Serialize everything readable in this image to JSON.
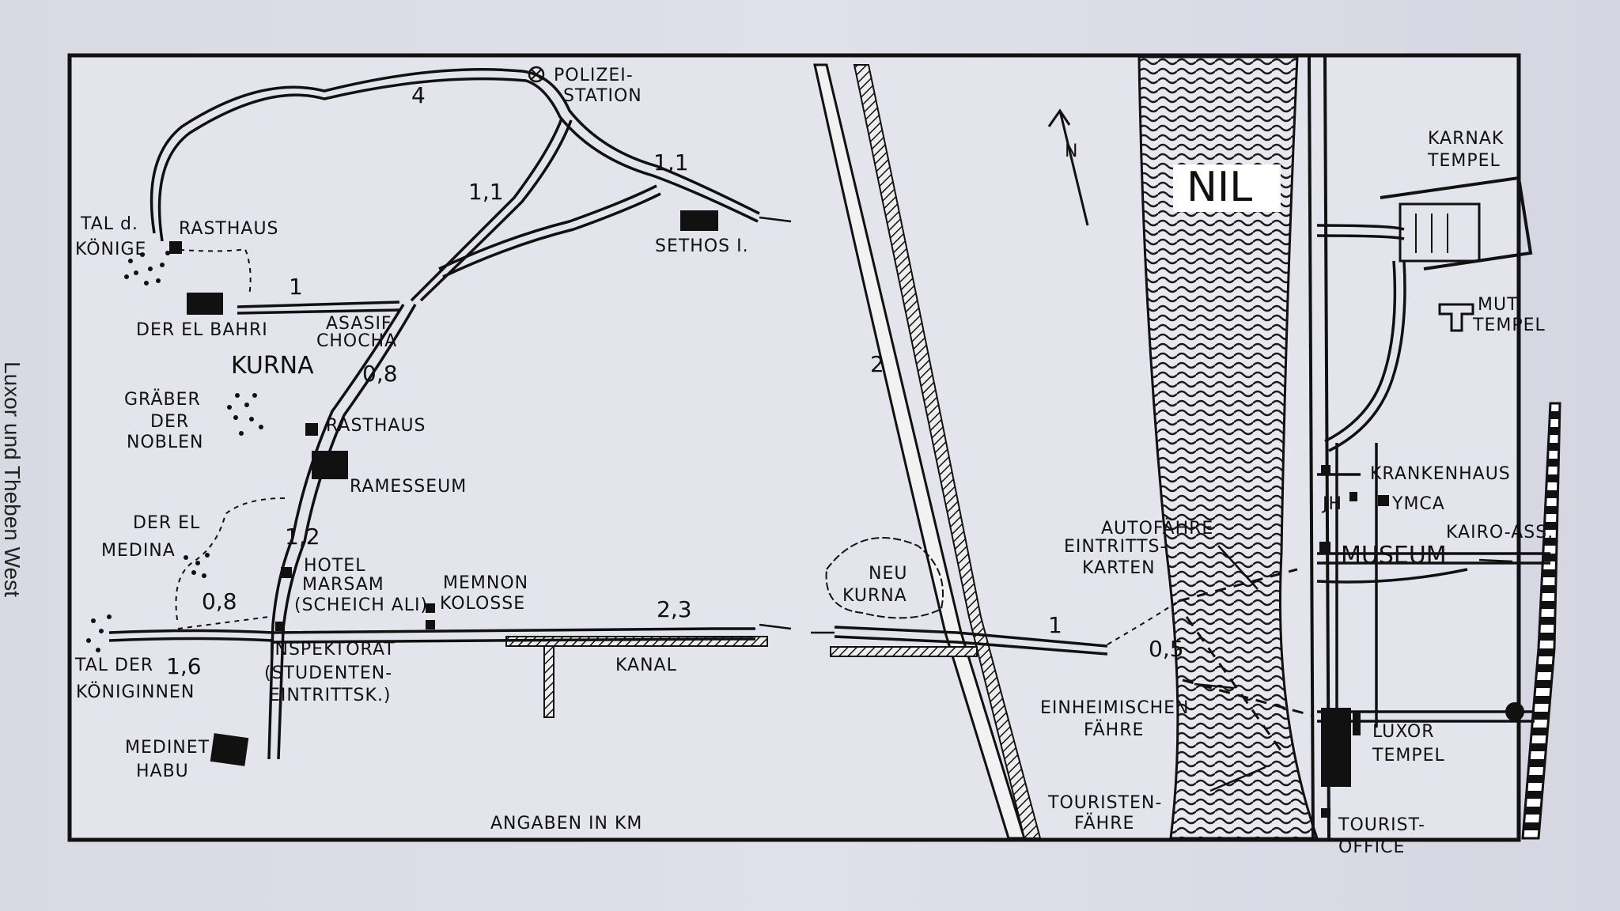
{
  "side_title": "Luxor und Theben West",
  "legend": "ANGABEN IN KM",
  "river": "NIL",
  "compass": "N",
  "places": {
    "polizei_1": "POLIZEI-",
    "polizei_2": "STATION",
    "tal_koenige_1": "TAL d.",
    "tal_koenige_2": "KÖNIGE",
    "rasthaus_1": "RASTHAUS",
    "der_el_bahri": "DER EL BAHRI",
    "asasif": "ASASIF",
    "chocha": "CHOCHA",
    "kurna": "KURNA",
    "sethos": "SETHOS I.",
    "graeber_1": "GRÄBER",
    "graeber_2": "DER",
    "graeber_3": "NOBLEN",
    "rasthaus_2": "RASTHAUS",
    "ramesseum": "RAMESSEUM",
    "der_medina_1": "DER EL",
    "der_medina_2": "MEDINA",
    "hotel_1": "HOTEL",
    "hotel_2": "MARSAM",
    "hotel_3": "(SCHEICH ALI)",
    "memnon_1": "MEMNON",
    "memnon_2": "KOLOSSE",
    "tal_koeniginnen_1": "TAL DER",
    "tal_koeniginnen_2": "KÖNIGINNEN",
    "inspektorat_1": "INSPEKTORAT",
    "inspektorat_2": "(STUDENTEN-",
    "inspektorat_3": "EINTRITTSK.)",
    "medinet_1": "MEDINET",
    "medinet_2": "HABU",
    "kanal": "KANAL",
    "neu_kurna_1": "NEU",
    "neu_kurna_2": "KURNA",
    "autofaehre": "AUTOFÄHRE",
    "eintritts_1": "EINTRITTS-",
    "eintritts_2": "KARTEN",
    "einheimischen_1": "EINHEIMISCHEN-",
    "einheimischen_2": "FÄHRE",
    "touristen_1": "TOURISTEN-",
    "touristen_2": "FÄHRE",
    "karnak_1": "KARNAK",
    "karnak_2": "TEMPEL",
    "mut_1": "MUT",
    "mut_2": "TEMPEL",
    "krankenhaus": "KRANKENHAUS",
    "jh": "JH",
    "ymca": "YMCA",
    "kairo": "KAIRO-ASS.",
    "museum": "MUSEUM",
    "luxor_1": "LUXOR",
    "luxor_2": "TEMPEL",
    "tourist_1": "TOURIST-",
    "tourist_2": "OFFICE"
  },
  "distances": {
    "d4": "4",
    "d11a": "1,1",
    "d11b": "1,1",
    "d1a": "1",
    "d08a": "0,8",
    "d2": "2",
    "d12": "1,2",
    "d08b": "0,8",
    "d16": "1,6",
    "d23": "2,3",
    "d1b": "1",
    "d05": "0,5"
  }
}
